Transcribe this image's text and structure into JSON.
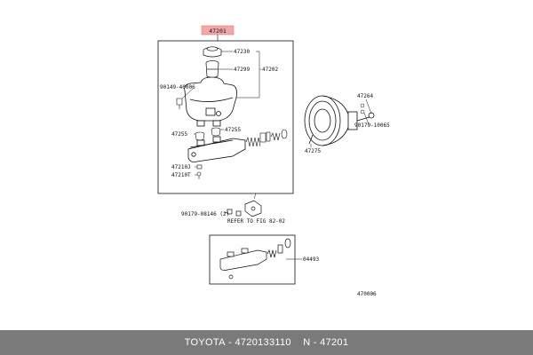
{
  "diagram": {
    "highlight_label": "47201",
    "labels": {
      "p47230": "47230",
      "p47299": "47299",
      "p47202": "47202",
      "p90149": "90149-40006",
      "p47255a": "47255",
      "p47255b": "47255",
      "p47210j": "47210J",
      "p47210t": "47210T",
      "p47264": "47264",
      "p90179a": "90179-10065",
      "p47275": "47275",
      "p90179b": "90179-08146 (2)",
      "refer": "REFER TO FIG 82-02",
      "p04493": "04493",
      "figno": "470006"
    },
    "highlight_color": "#f4a7a7"
  },
  "caption": {
    "brand": "TOYOTA",
    "part_number": "4720133110",
    "ref": "N - 47201",
    "sep": " - ",
    "gap": "    "
  }
}
